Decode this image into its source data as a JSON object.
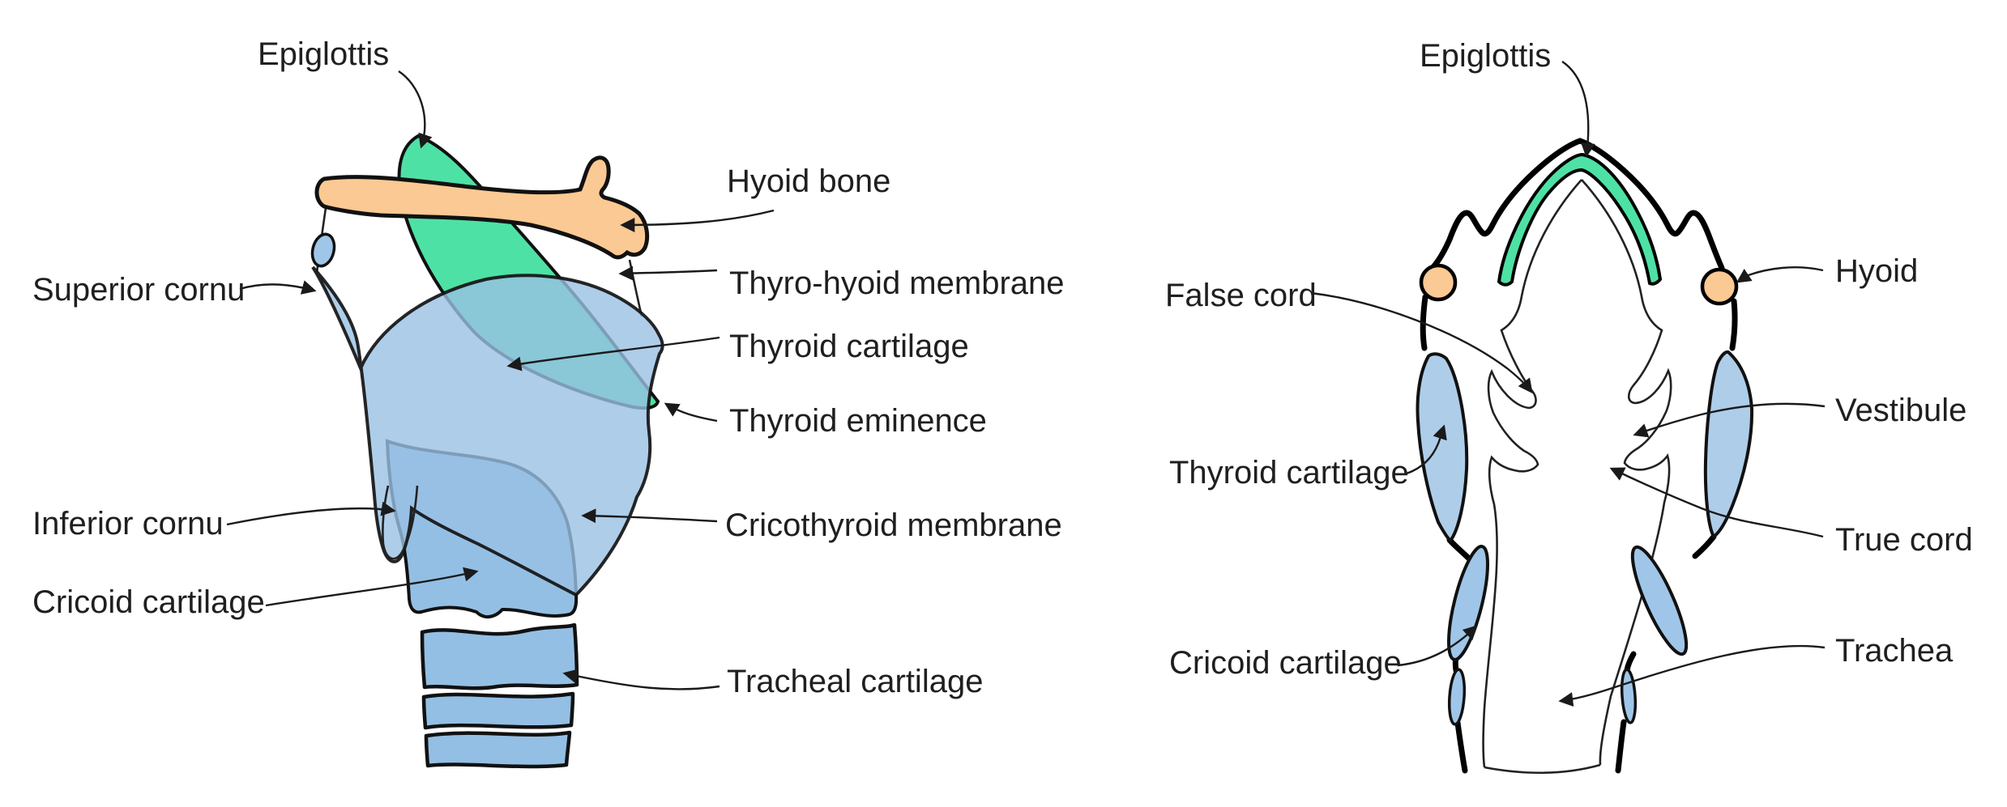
{
  "left_view": {
    "labels": {
      "epiglottis": "Epiglottis",
      "hyoid_bone": "Hyoid bone",
      "superior_cornu": "Superior cornu",
      "thyrohyoid_membrane": "Thyro-hyoid membrane",
      "thyroid_cartilage": "Thyroid cartilage",
      "thyroid_eminence": "Thyroid eminence",
      "inferior_cornu": "Inferior cornu",
      "cricothyroid_membrane": "Cricothyroid membrane",
      "cricoid_cartilage": "Cricoid cartilage",
      "tracheal_cartilage": "Tracheal cartilage"
    }
  },
  "right_view": {
    "labels": {
      "epiglottis": "Epiglottis",
      "false_cord": "False cord",
      "hyoid": "Hyoid",
      "thyroid_cartilage": "Thyroid cartilage",
      "vestibule": "Vestibule",
      "true_cord": "True cord",
      "cricoid_cartilage": "Cricoid cartilage",
      "trachea": "Trachea"
    }
  },
  "colors": {
    "epiglottis_green": "#4EE1A5",
    "hyoid_orange": "#FBC993",
    "cartilage_blue": "#AECDE9",
    "cartilage_blue_mid": "#93BFE4",
    "cartilage_blue_translucent_base": "#9AC1E4",
    "small_cartilage_blue": "#9FC6E8",
    "outline_black": "#000000",
    "label_text": "#1F1F1F",
    "background": "#FFFFFF"
  }
}
